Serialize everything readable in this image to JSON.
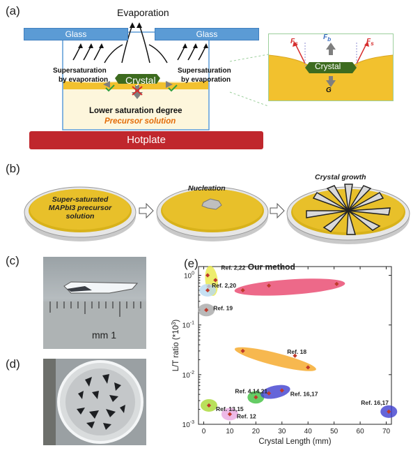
{
  "panels": {
    "a": {
      "label": "(a)",
      "evaporation": "Evaporation",
      "glass_left": "Glass",
      "glass_right": "Glass",
      "supersat_left": [
        "Supersaturation",
        "by evaporation"
      ],
      "supersat_right": [
        "Supersaturation",
        "by evaporation"
      ],
      "crystal": "Crystal",
      "lower_sat": "Lower saturation degree",
      "precursor": "Precursor solution",
      "hotplate": "Hotplate",
      "zoom": {
        "fs_left": "F",
        "fs_left_sub": "s",
        "fb": "F",
        "fb_sub": "b",
        "fs_right": "F",
        "fs_right_sub": "s",
        "crystal": "Crystal",
        "g": "G"
      },
      "colors": {
        "glass": "#5b9bd5",
        "solution": "#f2c12e",
        "hotplate": "#c0272d",
        "crystal": "#3d6b1f",
        "precursor_text": "#e36c09"
      }
    },
    "b": {
      "label": "(b)",
      "dish1": [
        "Super-saturated",
        "MAPbI3 precursor",
        "solution"
      ],
      "dish2": "Nucleation",
      "dish3": "Crystal growth"
    },
    "c": {
      "label": "(c)",
      "ruler_text": "mm 1"
    },
    "d": {
      "label": "(d)"
    },
    "e": {
      "label": "(e)"
    }
  },
  "chart_data": {
    "type": "scatter",
    "title": "Our method",
    "xlabel": "Crystal Length (mm)",
    "ylabel": "L/T ratio (*10^3)",
    "xlim": [
      -2,
      72
    ],
    "ylim": [
      0.001,
      1.5
    ],
    "yscale": "log",
    "x_ticks": [
      "0",
      "10",
      "20",
      "30",
      "40",
      "50",
      "60",
      "70"
    ],
    "y_ticks": [
      "10^-3",
      "10^-2",
      "10^-1",
      "10^0"
    ],
    "groups": [
      {
        "label": "Ref. 2,22",
        "color": "#e8e84a",
        "points": [
          [
            1.5,
            1.0
          ],
          [
            4.5,
            0.8
          ],
          [
            2.0,
            0.6
          ]
        ]
      },
      {
        "label": "Ref. 2,20",
        "color": "#b8d8f0",
        "points": [
          [
            1.5,
            0.5
          ]
        ]
      },
      {
        "label": "Ref. 19",
        "color": "#a8a8a8",
        "points": [
          [
            1.0,
            0.2
          ]
        ]
      },
      {
        "label": "",
        "color": "#e8436b",
        "points": [
          [
            15,
            0.5
          ],
          [
            25,
            0.62
          ],
          [
            51,
            0.67
          ]
        ]
      },
      {
        "label": "Ref. 18",
        "color": "#f5a623",
        "points": [
          [
            15,
            0.03
          ],
          [
            35,
            0.024
          ],
          [
            40,
            0.014
          ]
        ]
      },
      {
        "label": "Ref. 4,14,21",
        "color": "#3fbf3f",
        "points": [
          [
            20,
            0.0035
          ]
        ]
      },
      {
        "label": "Ref. 16,17",
        "color": "#3f3fd0",
        "points": [
          [
            25,
            0.0042
          ],
          [
            30,
            0.0048
          ]
        ]
      },
      {
        "label": "Ref. 13,15",
        "color": "#a8d832",
        "points": [
          [
            2,
            0.0024
          ]
        ]
      },
      {
        "label": "Ref. 12",
        "color": "#e8a8e0",
        "points": [
          [
            10,
            0.0016
          ]
        ]
      },
      {
        "label": "Ref. 16,17",
        "color": "#3f3fd0",
        "points": [
          [
            71,
            0.0018
          ]
        ]
      }
    ]
  }
}
